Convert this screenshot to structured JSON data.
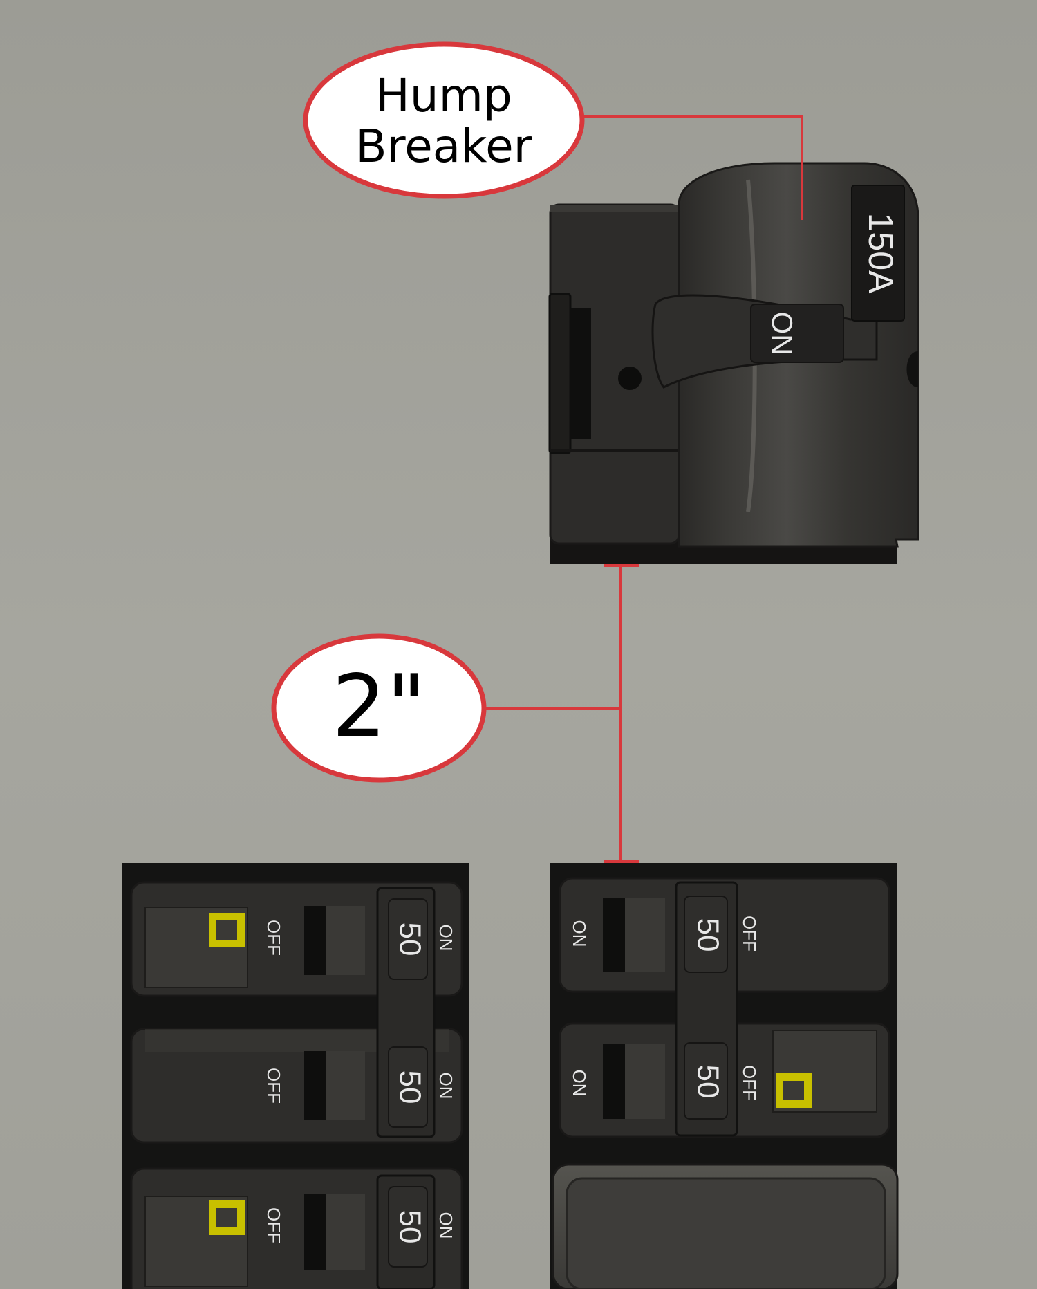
{
  "callouts": {
    "hump": {
      "line1": "Hump",
      "line2": "Breaker"
    },
    "gap": {
      "text": "2\""
    }
  },
  "hump_breaker": {
    "rating": "150A",
    "handle_label": "ON"
  },
  "left_stack": {
    "off_label": "OFF",
    "on_label": "ON",
    "ratings": [
      "50",
      "50",
      "50"
    ]
  },
  "right_stack": {
    "on_label": "ON",
    "off_label": "OFF",
    "ratings": [
      "50",
      "50"
    ]
  },
  "colors": {
    "background": "#a2a29b",
    "callout_red": "#d8383c",
    "breaker_body": "#2b2a28",
    "indicator_yellow": "#c8c000"
  }
}
